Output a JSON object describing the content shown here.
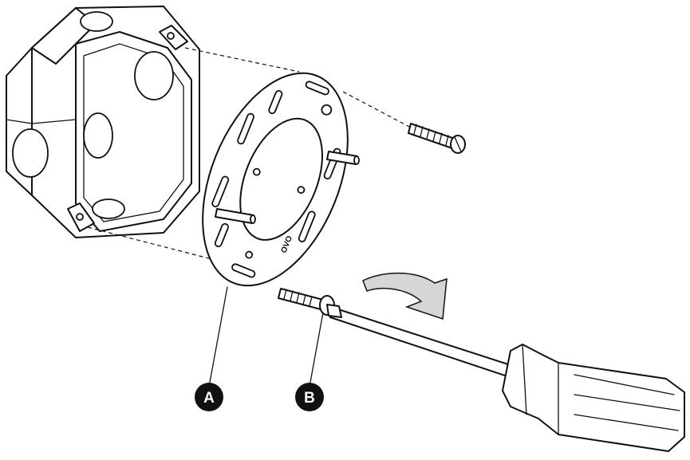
{
  "callouts": {
    "a": "A",
    "b": "B"
  },
  "bracket_stamp": "OVO",
  "colors": {
    "ink": "#111111",
    "arrow_fill": "#d6d6d6",
    "background": "#ffffff"
  }
}
